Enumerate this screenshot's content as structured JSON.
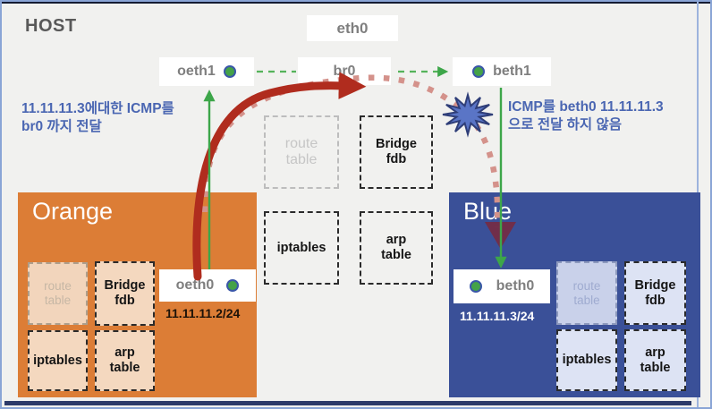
{
  "host": {
    "label": "HOST",
    "interfaces": {
      "eth0": "eth0",
      "oeth1": "oeth1",
      "br0": "br0",
      "beth1": "beth1"
    }
  },
  "tables": {
    "route": "route\ntable",
    "bridge": "Bridge\nfdb",
    "iptables": "iptables",
    "arp": "arp\ntable"
  },
  "annotations": {
    "left": "11.11.11.3에대한  ICMP를\n br0 까지 전달",
    "right": "ICMP를  beth0 11.11.11.3\n으로 전달 하지 않음"
  },
  "namespaces": {
    "orange": {
      "title": "Orange",
      "iface": "oeth0",
      "ip": "11.11.11.2/24"
    },
    "blue": {
      "title": "Blue",
      "iface": "beth0",
      "ip": "11.11.11.3/24"
    }
  },
  "colors": {
    "orange_ns": "#dc7d36",
    "blue_ns": "#3a5098",
    "red_arrow": "#b02c1e",
    "pink_dotted": "#d4928b",
    "green_arrow": "#3da649",
    "annotation_blue": "#4a66b2",
    "starburst": "#5a75c6",
    "maroon_arrow": "#7d2739"
  }
}
